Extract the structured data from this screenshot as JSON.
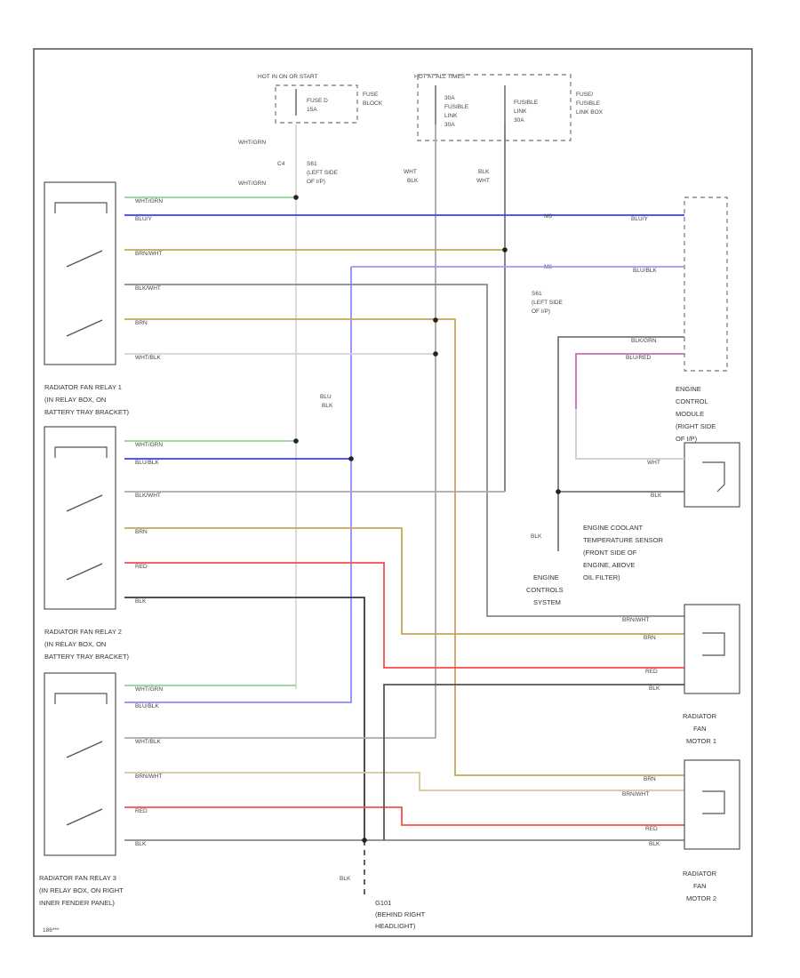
{
  "power": {
    "hot": "HOT IN ON OR START",
    "hot_all": "HOT AT ALL TIMES",
    "fuse_d": [
      "FUSE D",
      "15A"
    ],
    "fuse_block": [
      "FUSE",
      "BLOCK"
    ],
    "fl1": [
      "30A",
      "FUSIBLE",
      "LINK",
      "30A"
    ],
    "fl2": [
      "FUSIBLE",
      "LINK",
      "30A"
    ],
    "flbox": [
      "FUSE/",
      "FUSIBLE",
      "LINK BOX"
    ]
  },
  "splices": {
    "c4": "C4",
    "s1": [
      "S61",
      "(LEFT SIDE",
      "OF I/P)"
    ],
    "s2": [
      "S61",
      "(LEFT SIDE",
      "OF I/P)"
    ]
  },
  "wires": {
    "wht_grn": "WHT/GRN",
    "blu_y": "BLU/Y",
    "brn_wht": "BRN/WHT",
    "blk_wht": "BLK/WHT",
    "brn": "BRN",
    "wht_blk": "WHT/BLK",
    "blu_blk": "BLU/BLK",
    "red": "RED",
    "blk": "BLK",
    "wht": "WHT",
    "blk_v": [
      "BLK",
      "WHT"
    ],
    "wht_v": [
      "WHT",
      "BLK"
    ],
    "blu_v": [
      "BLU",
      "BLK"
    ],
    "blk_g": "BLK",
    "blk_grn": "BLK/GRN",
    "blu_red": "BLU/RED",
    "pin_a": "M6",
    "pin_b": "M6"
  },
  "components": {
    "relay1": [
      "RADIATOR FAN RELAY 1",
      "(IN RELAY BOX, ON",
      "BATTERY TRAY BRACKET)"
    ],
    "relay2": [
      "RADIATOR FAN RELAY 2",
      "(IN RELAY BOX, ON",
      "BATTERY TRAY BRACKET)"
    ],
    "relay3": [
      "RADIATOR FAN RELAY 3",
      "(IN RELAY BOX, ON RIGHT",
      "INNER FENDER PANEL)"
    ],
    "ecm": [
      "ENGINE",
      "CONTROL",
      "MODULE",
      "(RIGHT SIDE",
      "OF I/P)"
    ],
    "ects": [
      "ENGINE COOLANT",
      "TEMPERATURE SENSOR",
      "(FRONT SIDE OF",
      "ENGINE, ABOVE",
      "OIL FILTER)"
    ],
    "ecs": [
      "ENGINE",
      "CONTROLS",
      "SYSTEM"
    ],
    "motor1": [
      "RADIATOR",
      "FAN",
      "MOTOR 1"
    ],
    "motor2": [
      "RADIATOR",
      "FAN",
      "MOTOR 2"
    ],
    "ground": [
      "G101",
      "(BEHIND RIGHT",
      "HEADLIGHT)"
    ],
    "footer": "186***"
  },
  "colors": {
    "green": "#8fd48f",
    "blue": "#3b3bff",
    "lavender": "#9a9aff",
    "tan": "#c8a55a",
    "gray": "#8a8a8a",
    "lightgray": "#cfcfcf",
    "dark": "#3a3a3a",
    "red": "#ff4a4a",
    "pink": "#c76fb0"
  }
}
